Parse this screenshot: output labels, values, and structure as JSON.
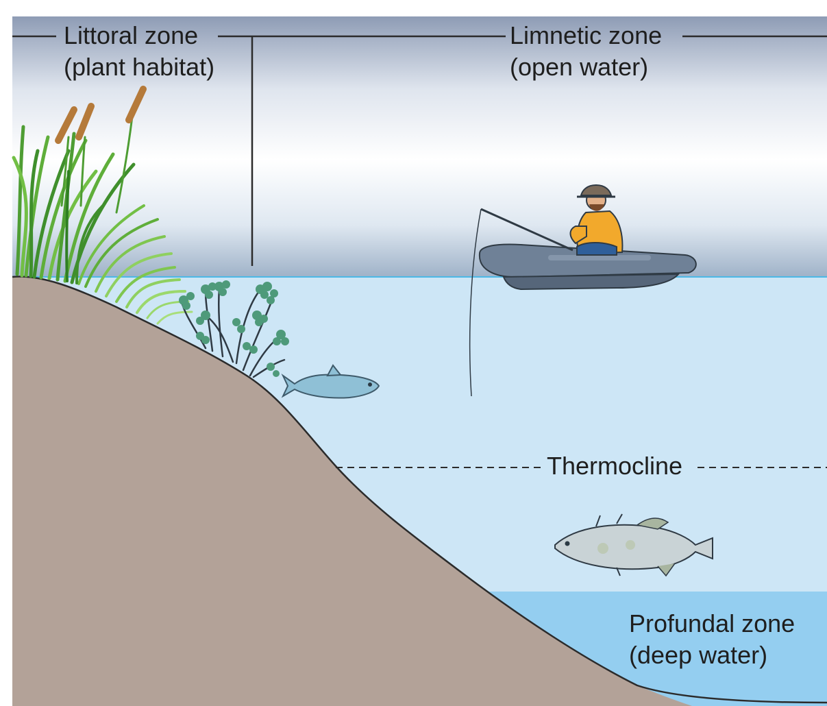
{
  "labels": {
    "littoral": {
      "title": "Littoral zone",
      "subtitle": "(plant habitat)"
    },
    "limnetic": {
      "title": "Limnetic zone",
      "subtitle": "(open water)"
    },
    "thermocline": "Thermocline",
    "profundal": {
      "title": "Profundal zone",
      "subtitle": "(deep water)"
    }
  },
  "colors": {
    "sky_top": "#8d9bb5",
    "sky_mid": "#ffffff",
    "water": "#cde6f6",
    "deep_water": "#94cef0",
    "water_line": "#4cb8e6",
    "ground": "#b3a298",
    "ground_edge": "#2b2b2b",
    "reed_green": "#5fae3a",
    "cattail": "#b57a3a",
    "shrub_leaf": "#4e9a7a",
    "boat": "#6f8197",
    "fish_small": "#8fc0d6",
    "fish_large": "#c9d3d6",
    "shirt": "#f2a92c"
  },
  "icons": [
    "reed-icon",
    "cattail-icon",
    "aquatic-plant-icon",
    "boat-icon",
    "fisherman-icon",
    "fishing-rod-icon",
    "small-fish-icon",
    "large-fish-icon"
  ]
}
